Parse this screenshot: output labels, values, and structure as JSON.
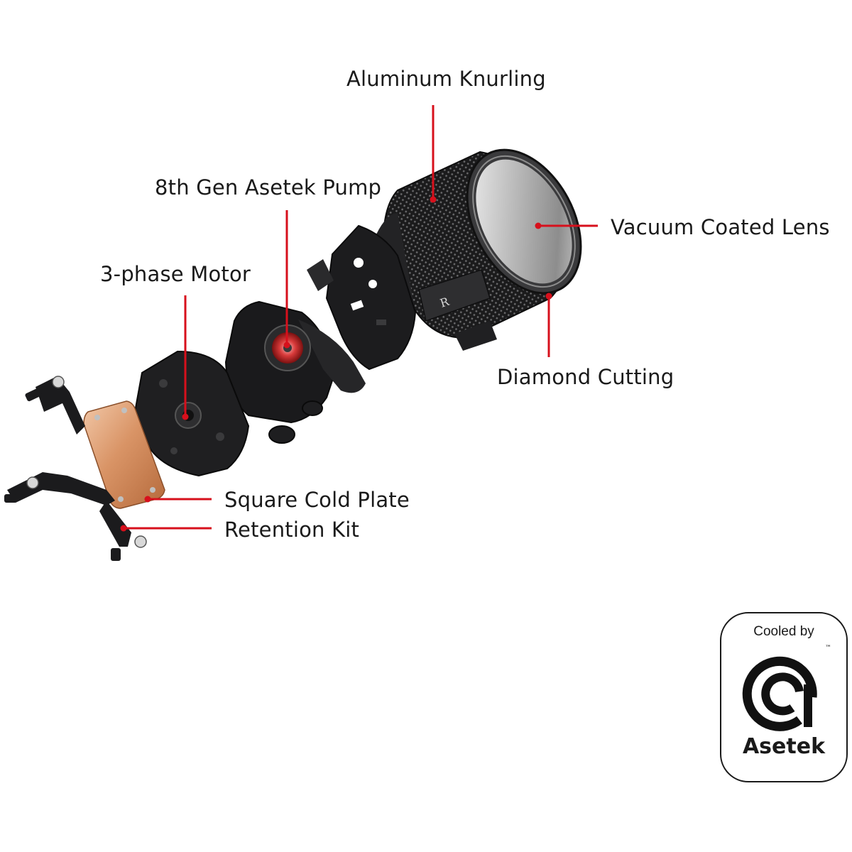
{
  "callouts": {
    "aluminum_knurling": "Aluminum Knurling",
    "pump": "8th Gen Asetek Pump",
    "motor": "3-phase Motor",
    "lens": "Vacuum Coated Lens",
    "diamond_cutting": "Diamond Cutting",
    "cold_plate": "Square Cold Plate",
    "retention_kit": "Retention Kit"
  },
  "badge": {
    "top_text": "Cooled by",
    "trademark": "™",
    "brand": "Asetek",
    "logo_icon": "asetek-a-logo-icon"
  },
  "colors": {
    "callout_line": "#d7101c",
    "part_dark": "#1c1c1e",
    "copper": "#d08a5c",
    "text": "#1a1a1a"
  }
}
